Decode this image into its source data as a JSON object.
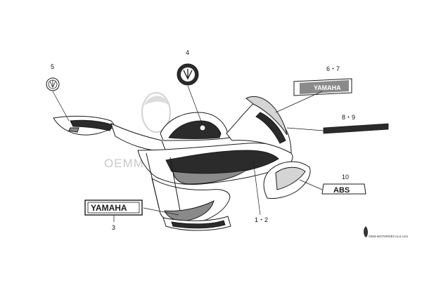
{
  "callouts": {
    "c1_2": "1・2",
    "c3": "3",
    "c4": "4",
    "c5": "5",
    "c6_7": "6・7",
    "c8_9": "8・9",
    "c10": "10"
  },
  "decals": {
    "yamaha_word": "YAMAHA",
    "tank_script": "YAMAHA",
    "abs_badge": "ABS"
  },
  "watermark": {
    "text": "OEMMOTORDECALS.com",
    "credit": "OEM-MOTORDECALS.com"
  },
  "colors": {
    "line": "#1a1a1a",
    "dark_fill": "#2b2b2b",
    "mid_fill": "#8a8a8a",
    "light_fill": "#d4d4d4",
    "watermark": "#c9c9c9"
  }
}
